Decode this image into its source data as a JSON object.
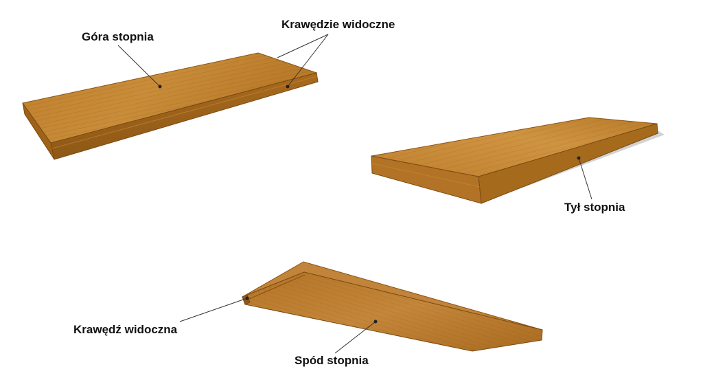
{
  "labels": {
    "gora_stopnia": "Góra stopnia",
    "krawedzie_widoczne": "Krawędzie widoczne",
    "tyl_stopnia": "Tył stopnia",
    "krawedz_widoczna": "Krawędź widoczna",
    "spod_stopnia": "Spód stopnia"
  },
  "colors": {
    "wood_top": "#b87a2a",
    "wood_light": "#c98c36",
    "wood_edge": "#a1661c",
    "wood_dark": "#8a5514",
    "shadow": "#cfcfcf",
    "line": "#333333"
  }
}
